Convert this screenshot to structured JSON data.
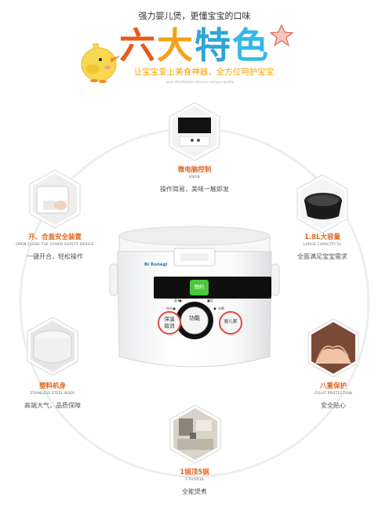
{
  "header": {
    "tagline": "强力婴儿煲，更懂宝宝的口味",
    "title_chars": [
      "六",
      "大",
      "特",
      "色"
    ],
    "title_colors": [
      "#e85a1d",
      "#f4a21a",
      "#2fa5d8",
      "#34b8e8"
    ],
    "subtitle": "让宝宝爱上美食神器，全方位呵护宝宝",
    "small_line": "yoyo dianchenfan zhenrun cool-you-quality"
  },
  "features": [
    {
      "title": "微电脑控制",
      "en": "KNOB",
      "desc": "操作简易，美味一触即发"
    },
    {
      "title": "开、合盖安全装置",
      "en": "OPEN CLOSE THE COVER SAFETY DEVICE",
      "desc": "一键开合，轻松操作"
    },
    {
      "title": "1.8L大容量",
      "en": "LARGE CAPACITY 5L",
      "desc": "全面满足宝宝需求"
    },
    {
      "title": "塑料机身",
      "en": "STAINLESS STEEL BODY",
      "desc": "高端大气，品质保障"
    },
    {
      "title": "八重保护",
      "en": "EIGHT PROTECTION",
      "desc": "安全贴心"
    },
    {
      "title": "1锅顶5锅",
      "en": "T-THOR16",
      "desc": "全能煲煮"
    }
  ],
  "panel": {
    "brand": "Bi Ronegi",
    "btn_green": "预约",
    "btn_left": [
      "保温",
      "取消"
    ],
    "btn_center": "功能",
    "btn_right": "婴儿粥",
    "ind_top": [
      "蒸煮",
      "稀饭"
    ],
    "ind_mid": [
      "热汤",
      "米糊"
    ],
    "knob_labels": [
      "煮饭",
      "蒸饭"
    ]
  },
  "colors": {
    "accent_orange": "#e0651c",
    "chick_yellow": "#f6d54a",
    "button_green": "#4bc83a",
    "button_red": "#e53b2c"
  }
}
